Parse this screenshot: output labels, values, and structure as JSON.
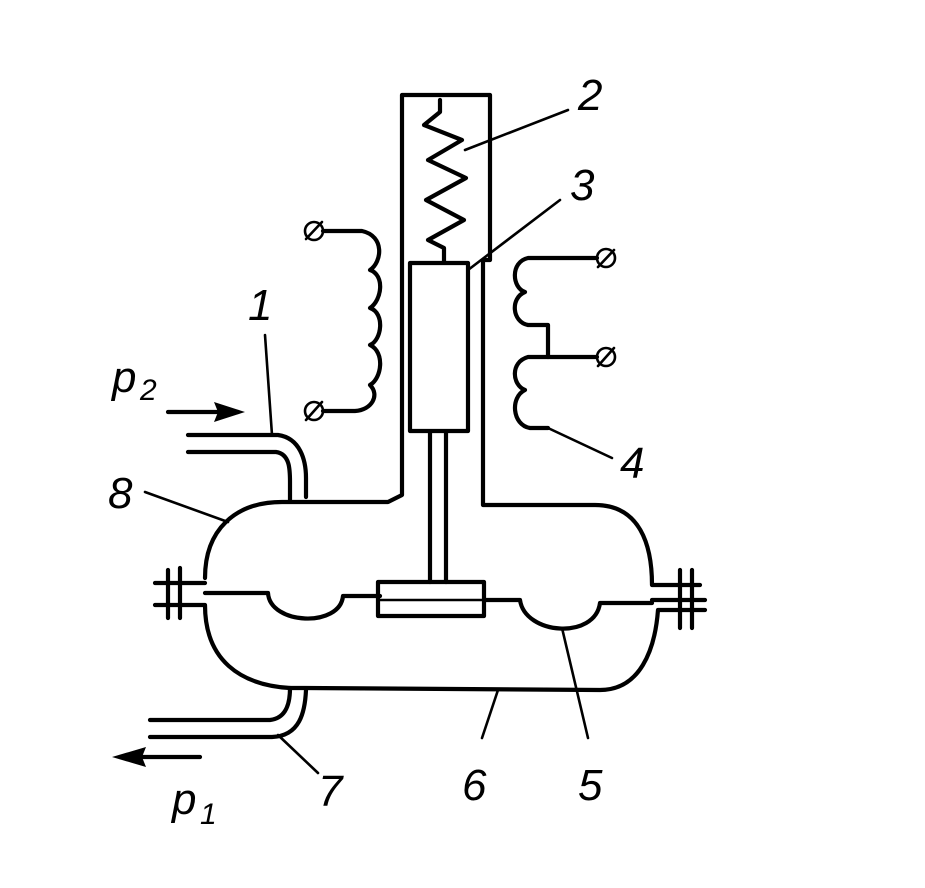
{
  "labels": {
    "n1": "1",
    "n2": "2",
    "n3": "3",
    "n4": "4",
    "n5": "5",
    "n6": "6",
    "n7": "7",
    "n8": "8",
    "p2_main": "p",
    "p2_sub": "2",
    "p1_main": "p",
    "p1_sub": "1"
  },
  "colors": {
    "ink": "#000000",
    "paper": "#ffffff"
  }
}
